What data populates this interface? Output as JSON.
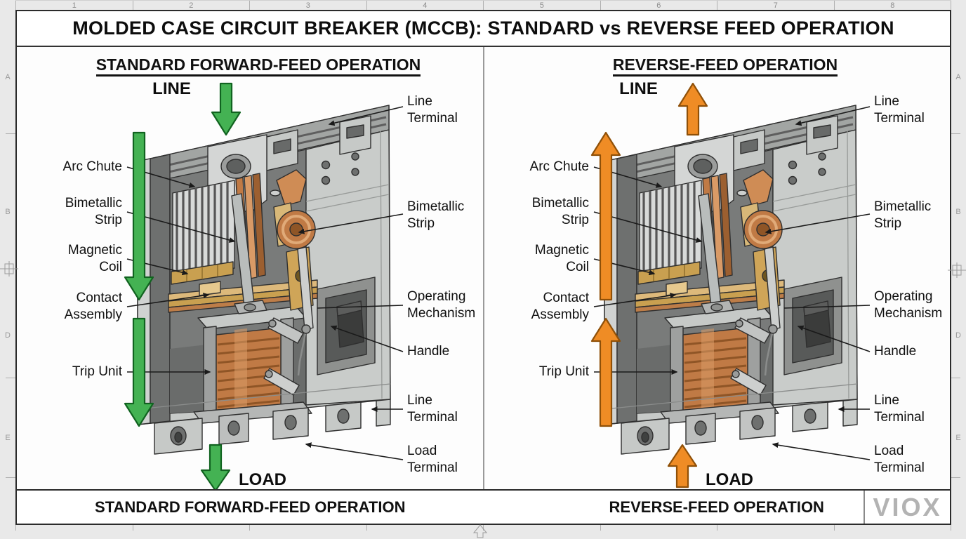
{
  "title": "MOLDED CASE CIRCUIT BREAKER (MCCB): STANDARD vs REVERSE FEED OPERATION",
  "frame": {
    "top_numbers": [
      "1",
      "2",
      "3",
      "4",
      "5",
      "6",
      "7",
      "8"
    ],
    "side_letters": [
      "A",
      "B",
      "D",
      "E"
    ]
  },
  "panels": [
    {
      "header": "STANDARD FORWARD-FEED OPERATION",
      "caption": "STANDARD FORWARD-FEED OPERATION",
      "flow": {
        "line_label": "LINE",
        "load_label": "LOAD",
        "direction": "down",
        "color": "#44b253",
        "edge": "#116320"
      },
      "labels_left": [
        {
          "text": "Arc Chute"
        },
        {
          "text": "Bimetallic\nStrip"
        },
        {
          "text": "Magnetic\nCoil"
        },
        {
          "text": "Contact\nAssembly"
        },
        {
          "text": "Trip Unit"
        }
      ],
      "labels_right": [
        {
          "text": "Line\nTerminal"
        },
        {
          "text": "Bimetallic\nStrip"
        },
        {
          "text": "Operating\nMechanism"
        },
        {
          "text": "Handle"
        },
        {
          "text": "Line\nTerminal"
        },
        {
          "text": "Load\nTerminal"
        }
      ]
    },
    {
      "header": "REVERSE-FEED OPERATION",
      "caption": "REVERSE-FEED OPERATION",
      "flow": {
        "line_label": "LINE",
        "load_label": "LOAD",
        "direction": "up",
        "color": "#ef8c25",
        "edge": "#8f5008"
      },
      "labels_left": [
        {
          "text": "Arc Chute"
        },
        {
          "text": "Bimetallic\nStrip"
        },
        {
          "text": "Magnetic\nCoil"
        },
        {
          "text": "Contact\nAssembly"
        },
        {
          "text": "Trip Unit"
        }
      ],
      "labels_right": [
        {
          "text": "Line\nTerminal"
        },
        {
          "text": "Bimetallic\nStrip"
        },
        {
          "text": "Operating\nMechanism"
        },
        {
          "text": "Handle"
        },
        {
          "text": "Line\nTerminal"
        },
        {
          "text": "Load\nTerminal"
        }
      ]
    }
  ],
  "logo": {
    "text": "VIOX",
    "color": "#b3b3b3"
  }
}
